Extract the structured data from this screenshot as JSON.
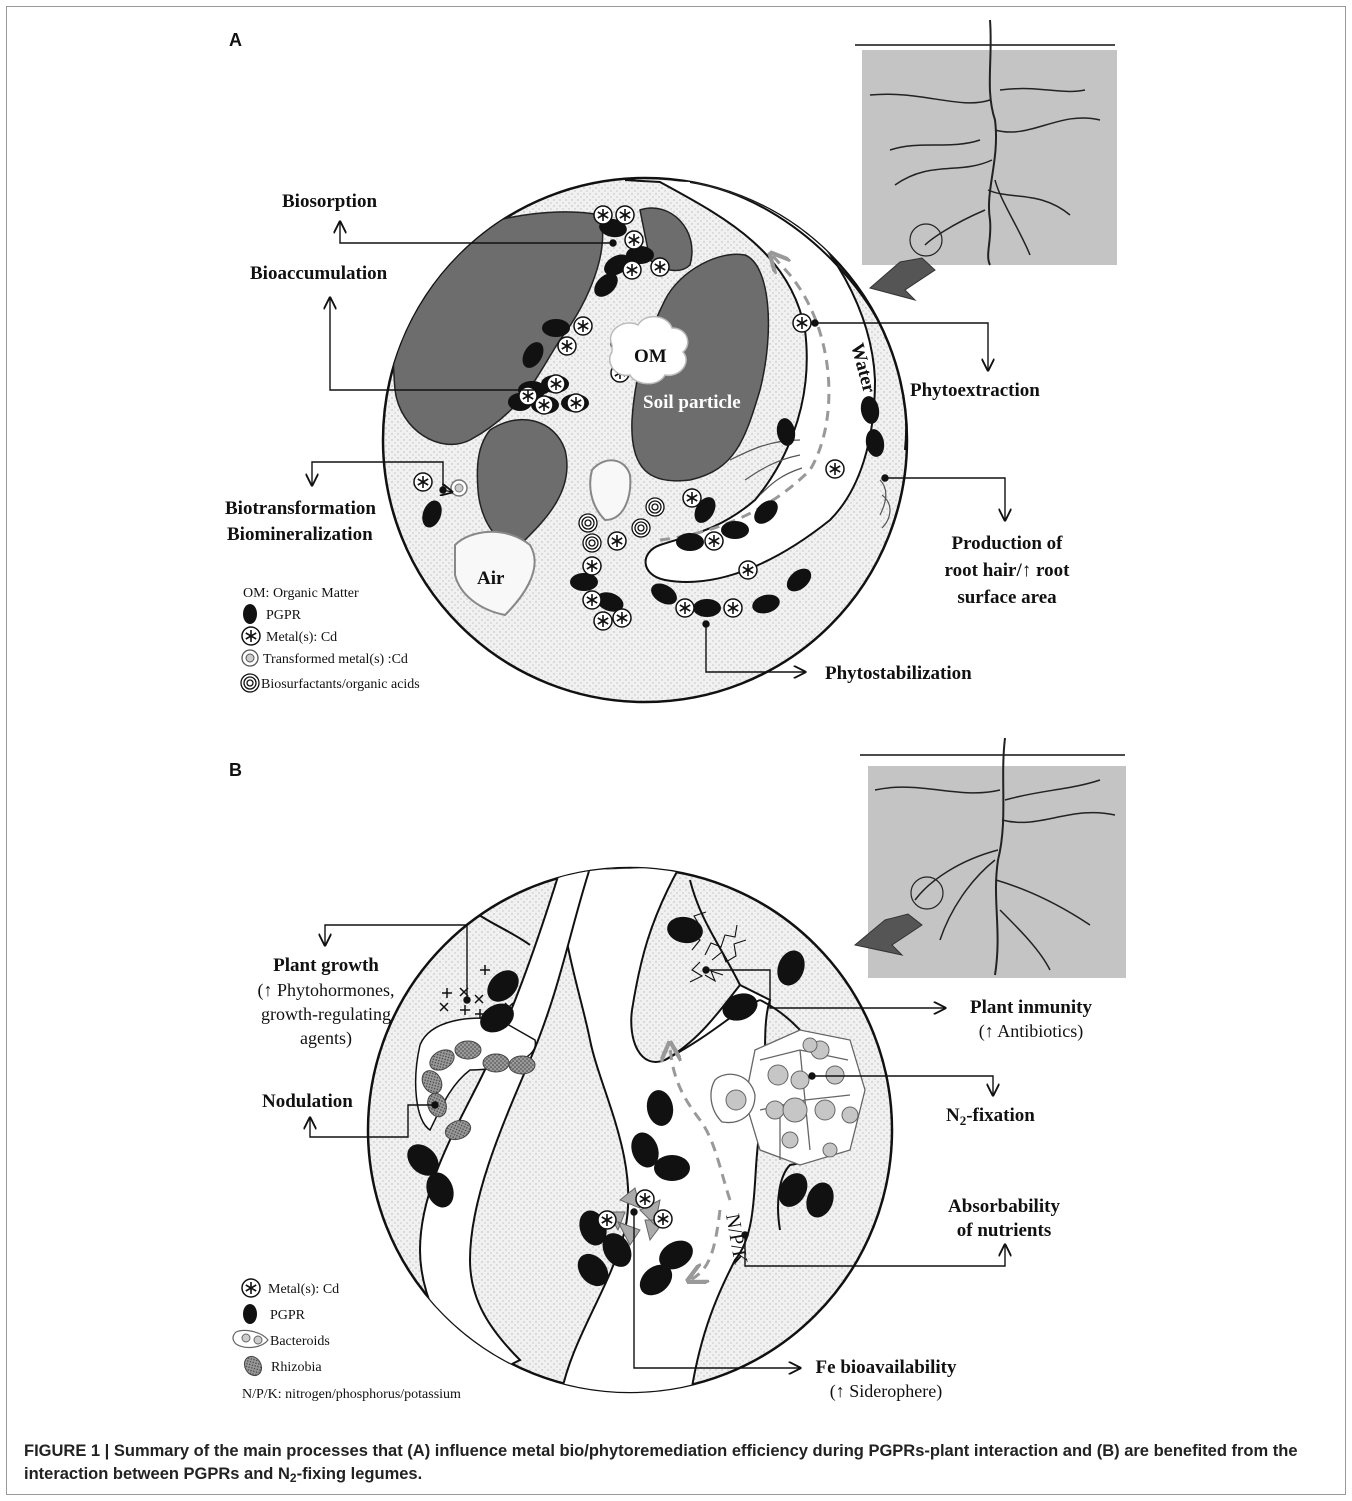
{
  "panel_a": {
    "letter": "A",
    "labels": {
      "biosorption": "Biosorption",
      "bioaccumulation": "Bioaccumulation",
      "biotransformation": "Biotransformation",
      "biomineralization": "Biomineralization",
      "phytoextraction": "Phytoextraction",
      "root_hair_1": "Production of",
      "root_hair_2": "root hair/↑ root",
      "root_hair_3": "surface area",
      "phytostabilization": "Phytostabilization",
      "om": "OM",
      "soil_particle": "Soil particle",
      "air": "Air",
      "water": "Water"
    },
    "legend": [
      "OM: Organic Matter",
      "PGPR",
      "Metal(s): Cd",
      "Transformed metal(s) :Cd",
      "Biosurfactants/organic acids"
    ]
  },
  "panel_b": {
    "letter": "B",
    "labels": {
      "plant_growth": "Plant growth",
      "plant_growth_sub1": "(↑ Phytohormones,",
      "plant_growth_sub2": "growth-regulating",
      "plant_growth_sub3": "agents)",
      "nodulation": "Nodulation",
      "plant_immunity": "Plant inmunity",
      "plant_immunity_sub": "(↑ Antibiotics)",
      "n2_fixation_main": "N",
      "n2_fixation_sub": "2",
      "n2_fixation_rest": "-fixation",
      "absorbability_1": "Absorbability",
      "absorbability_2": "of nutrients",
      "fe_bio": "Fe bioavailability",
      "fe_bio_sub": "(↑ Siderophere)",
      "npk": "N/P/K"
    },
    "legend": [
      "Metal(s): Cd",
      "PGPR",
      "Bacteroids",
      "Rhizobia",
      "N/P/K: nitrogen/phosphorus/potassium"
    ]
  },
  "caption": {
    "prefix": "FIGURE 1 | Summary of the main processes that (A) influence metal bio/phytoremediation efficiency during PGPRs-plant interaction and (B) are benefited from the interaction between PGPRs and N",
    "sub": "2",
    "suffix": "-fixing legumes."
  }
}
